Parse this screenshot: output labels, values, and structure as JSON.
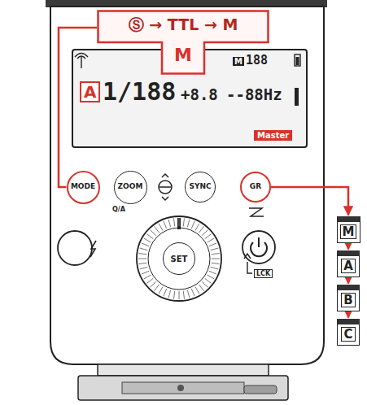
{
  "diagram": {
    "nodes": [
      {
        "text": [
          "Ⓢ → TTL → M",
          "M"
        ]
      },
      {
        "text": [
          "M",
          "188",
          "A",
          "1/188",
          "+8.8",
          "--88Hz",
          "Master"
        ]
      },
      {
        "text": [
          "MODE"
        ]
      },
      {
        "text": [
          "ZOOM"
        ]
      },
      {
        "text": [
          "SYNC"
        ]
      },
      {
        "text": [
          "GR"
        ]
      },
      {
        "text": [
          "SET"
        ]
      },
      {
        "text": [
          "M"
        ]
      },
      {
        "text": [
          "A"
        ]
      },
      {
        "text": [
          "B"
        ]
      },
      {
        "text": [
          "C"
        ]
      }
    ],
    "edges": [
      {
        "from": 2,
        "to": 0,
        "arrow": "none"
      },
      {
        "from": 5,
        "to": 7,
        "arrow": "to"
      },
      {
        "from": 7,
        "to": 8,
        "arrow": "to"
      },
      {
        "from": 8,
        "to": 9,
        "arrow": "to"
      },
      {
        "from": 9,
        "to": 10,
        "arrow": "to"
      }
    ],
    "labels": [
      "Q/A",
      "LCK"
    ]
  }
}
